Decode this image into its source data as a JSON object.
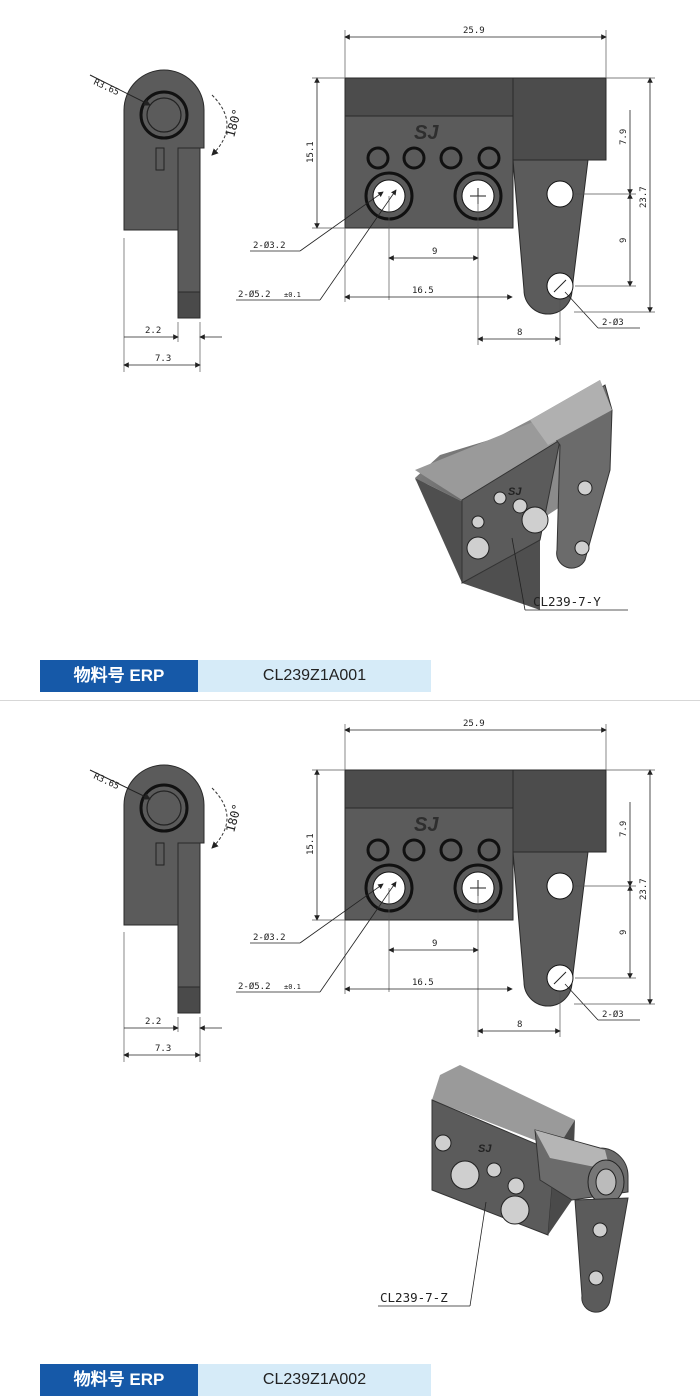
{
  "panels": [
    {
      "dims": {
        "width_total": "25.9",
        "height_body": "15.1",
        "hole_small": "2-Ø3.2",
        "hole_large": "2-Ø5.2",
        "hole_large_tol": "±0.1",
        "span_9": "9",
        "span_16_5": "16.5",
        "leaf_8": "8",
        "leaf_hole": "2-Ø3",
        "v_7_9": "7.9",
        "v_9": "9",
        "v_23_7": "23.7",
        "radius": "R3.65",
        "rotation": "180°",
        "side_2_2": "2.2",
        "side_7_3": "7.3"
      },
      "model_code": "CL239-7-Y",
      "erp": {
        "label": "物料号 ERP",
        "value": "CL239Z1A001"
      }
    },
    {
      "dims": {
        "width_total": "25.9",
        "height_body": "15.1",
        "hole_small": "2-Ø3.2",
        "hole_large": "2-Ø5.2",
        "hole_large_tol": "±0.1",
        "span_9": "9",
        "span_16_5": "16.5",
        "leaf_8": "8",
        "leaf_hole": "2-Ø3",
        "v_7_9": "7.9",
        "v_9": "9",
        "v_23_7": "23.7",
        "radius": "R3.65",
        "rotation": "180°",
        "side_2_2": "2.2",
        "side_7_3": "7.3"
      },
      "model_code": "CL239-7-Z",
      "erp": {
        "label": "物料号 ERP",
        "value": "CL239Z1A002"
      }
    }
  ],
  "logo_text": "SJ",
  "colors": {
    "erp_label_bg": "#1659a8",
    "erp_value_bg": "#d6ebf8",
    "part_fill": "#5b5b5b",
    "part_dark": "#474747"
  }
}
